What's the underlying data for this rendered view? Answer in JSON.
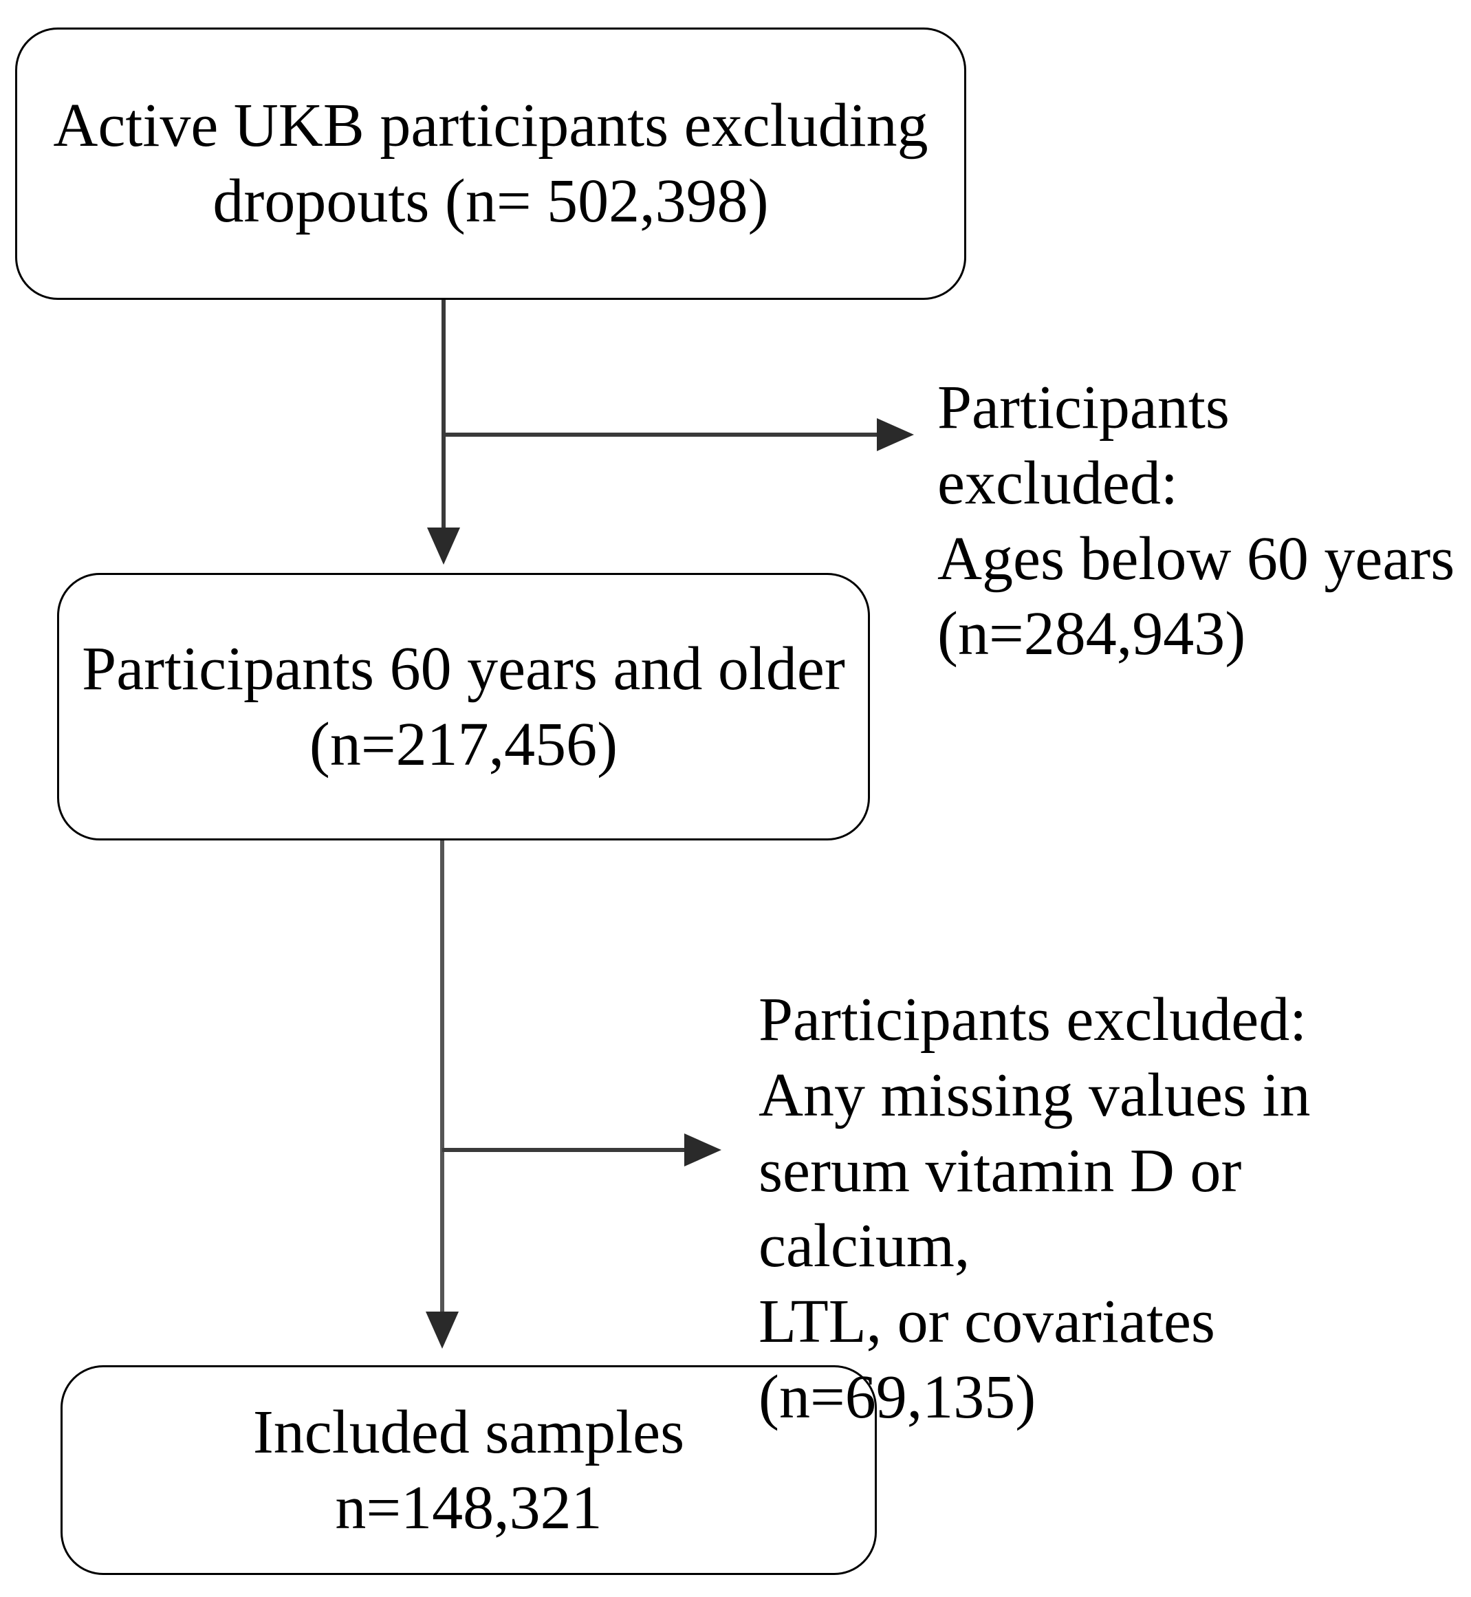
{
  "diagram": {
    "title": "UK Biobank participant selection flowchart",
    "type": "flowchart",
    "background_color": "#ffffff",
    "line_color": "#000000",
    "text_color": "#000000"
  },
  "nodes": {
    "cohort": {
      "text": "Active UKB participants excluding\ndropouts (n= 502,398)",
      "line1": "Active UKB participants excluding",
      "line2": "dropouts (n= 502,398)",
      "count": "502,398"
    },
    "aged": {
      "text": "Participants 60 years and older\n(n=217,456)",
      "line1": "Participants 60 years and older",
      "line2": "(n=217,456)",
      "count": "217,456"
    },
    "included": {
      "text": "Included samples\nn=148,321",
      "line1": "Included samples",
      "line2": "n=148,321",
      "count": "148,321"
    }
  },
  "exclusions": {
    "age": {
      "text": "Participants excluded:\nAges below 60 years\n(n=284,943)",
      "line1": "Participants excluded:",
      "line2": "Ages below 60 years",
      "line3": "(n=284,943)",
      "count": "284,943"
    },
    "missing": {
      "text": "Participants excluded:\nAny missing values in\nserum vitamin D or calcium,\nLTL, or covariates\n(n=69,135)",
      "line1": "Participants excluded:",
      "line2": "Any missing values in",
      "line3": "serum vitamin D or calcium,",
      "line4": "LTL, or covariates",
      "line5": "(n=69,135)",
      "count": "69,135"
    }
  },
  "connectors": [
    {
      "name": "cohort-to-aged",
      "direction": "down"
    },
    {
      "name": "cohort-to-age-exclusion",
      "direction": "right"
    },
    {
      "name": "aged-to-included",
      "direction": "down"
    },
    {
      "name": "aged-to-missing-exclusion",
      "direction": "right"
    }
  ]
}
